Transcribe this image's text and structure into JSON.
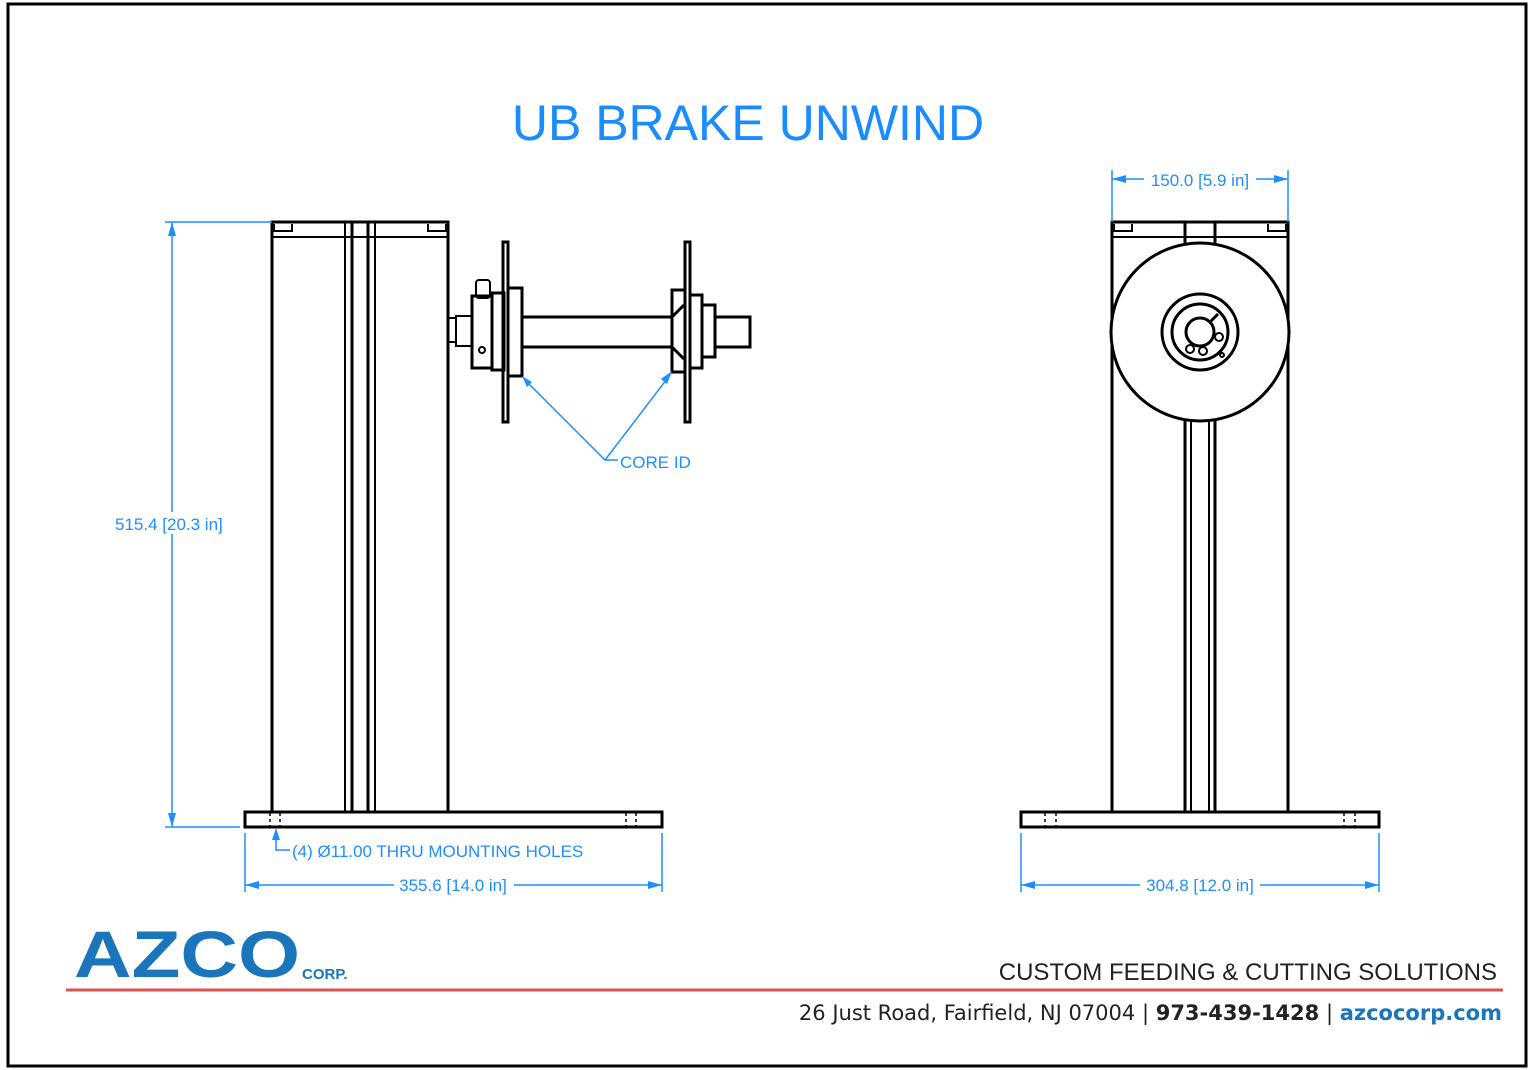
{
  "title": "UB BRAKE UNWIND",
  "side_view": {
    "height_dim": "515.4 [20.3 in]",
    "base_width_dim": "355.6 [14.0 in]",
    "holes_note": "(4) Ø11.00 THRU MOUNTING HOLES",
    "core_callout": "CORE ID"
  },
  "front_view": {
    "column_width_dim": "150.0 [5.9 in]",
    "base_width_dim": "304.8 [12.0 in]"
  },
  "footer": {
    "logo_text": "AZCO",
    "logo_sub": "CORP.",
    "slogan": "CUSTOM FEEDING & CUTTING SOLUTIONS",
    "address": "26 Just Road, Fairfield, NJ 07004",
    "separator": "|",
    "phone": "973-439-1428",
    "website": "azcocorp.com"
  },
  "colors": {
    "dimension": "#1e8fff",
    "logo": "#1a75bb",
    "rule": "#d9534f",
    "title": "#1a8cff"
  }
}
